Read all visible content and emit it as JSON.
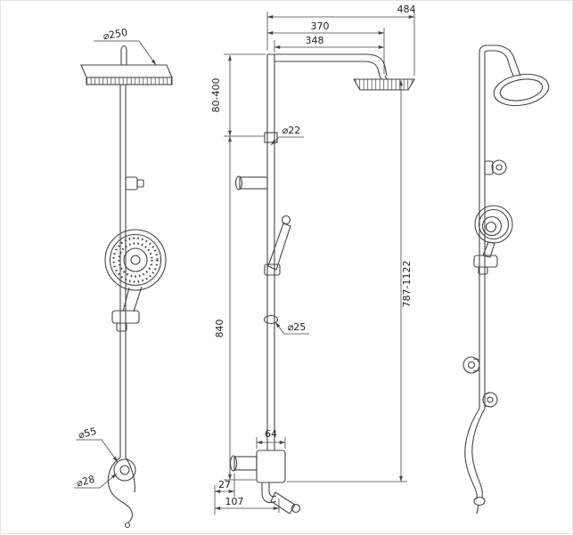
{
  "drawing": {
    "line_color": "#444444",
    "background": "#ffffff",
    "labels": {
      "head_diameter": "⌀250",
      "overall_width": "484",
      "arm_length_outer": "370",
      "arm_length_inner": "348",
      "height_adjust_range": "80-400",
      "riser_pipe_diameter": "⌀22",
      "rail_length": "840",
      "lower_pipe_diameter": "⌀25",
      "overall_height_range": "787-1122",
      "mixer_width": "64",
      "bottom_offset": "27",
      "bottom_depth": "107",
      "hose_fitting_outer": "⌀55",
      "hose_fitting_inner": "⌀28"
    }
  }
}
